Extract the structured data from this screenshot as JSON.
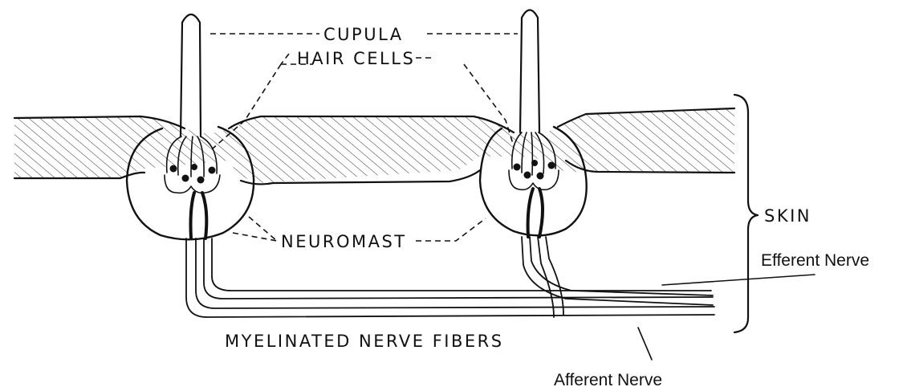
{
  "labels": {
    "cupula": "CUPULA",
    "hair_cells": "HAIR CELLS",
    "neuromast": "NEUROMAST",
    "skin": "SKIN",
    "efferent": "Efferent Nerve",
    "afferent": "Afferent Nerve",
    "myelinated": "MYELINATED NERVE FIBERS"
  }
}
